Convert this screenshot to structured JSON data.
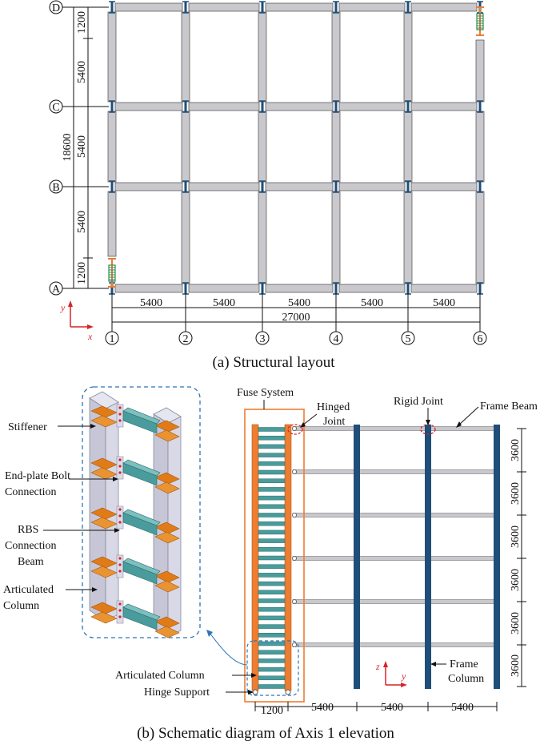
{
  "caption_a": "(a)  Structural layout",
  "caption_b": "(b) Schematic diagram of Axis 1 elevation",
  "plan": {
    "row_axes": [
      "A",
      "B",
      "C",
      "D"
    ],
    "column_axes": [
      "1",
      "2",
      "3",
      "4",
      "5",
      "6"
    ],
    "bay_spans": [
      "5400",
      "5400",
      "5400",
      "5400",
      "5400"
    ],
    "total_span": "27000",
    "vertical_dims": [
      "1200",
      "5400",
      "5400",
      "5400",
      "1200"
    ],
    "total_depth": "18600",
    "coord_x": "x",
    "coord_y": "y"
  },
  "model_3d": {
    "labels": [
      "Stiffener",
      "End-plate Bolt Connection",
      "RBS Connection Beam",
      "Articulated Column"
    ]
  },
  "elevation": {
    "labels": {
      "fuse": "Fuse System",
      "hinged": "Hinged Joint",
      "rigid": "Rigid Joint",
      "frame_beam": "Frame Beam",
      "art_col": "Articulated Column",
      "hinge_sup": "Hinge Support",
      "frame_col": "Frame Column"
    },
    "story_heights": [
      "3600",
      "3600",
      "3600",
      "3600",
      "3600",
      "3600"
    ],
    "bottom_spans": [
      "1200",
      "5400",
      "5400",
      "5400"
    ],
    "coord_z": "z",
    "coord_y": "y"
  },
  "colors": {
    "beam_fill": "#c8c8cd",
    "beam_stroke": "#4a4a4a",
    "plan_column": "#1f4e79",
    "fuse_orange": "#ed7d31",
    "fuse_green": "#2e8b57",
    "frame_column": "#1f4e79",
    "link_teal": "#4a9c9c",
    "hinge_red": "#d6232a",
    "leader_blue": "#2e75b6"
  }
}
